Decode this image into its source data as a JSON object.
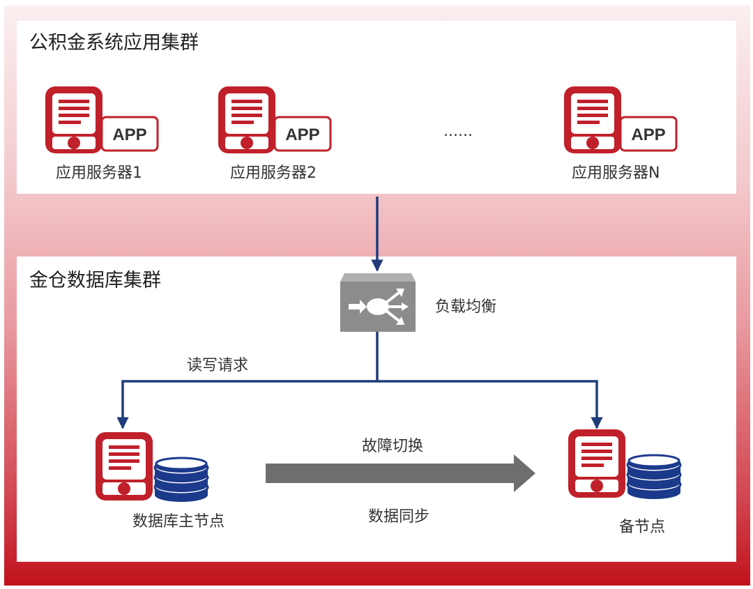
{
  "app_cluster": {
    "title": "公积金系统应用集群",
    "app_badge": "APP",
    "servers": [
      {
        "label": "应用服务器1"
      },
      {
        "label": "应用服务器2"
      },
      {
        "label": "应用服务器N"
      }
    ],
    "ellipsis": "......"
  },
  "db_cluster": {
    "title": "金仓数据库集群",
    "load_balancer": "负载均衡",
    "read_write": "读写请求",
    "primary": "数据库主节点",
    "standby": "备节点",
    "failover": "故障切换",
    "sync": "数据同步"
  },
  "colors": {
    "server_red": "#c0202a",
    "link_navy": "#1f3b7a",
    "disk_navy": "#1c3a8c",
    "lb_gray": "#8c8c8c",
    "arrow_gray": "#6e6e6e"
  }
}
